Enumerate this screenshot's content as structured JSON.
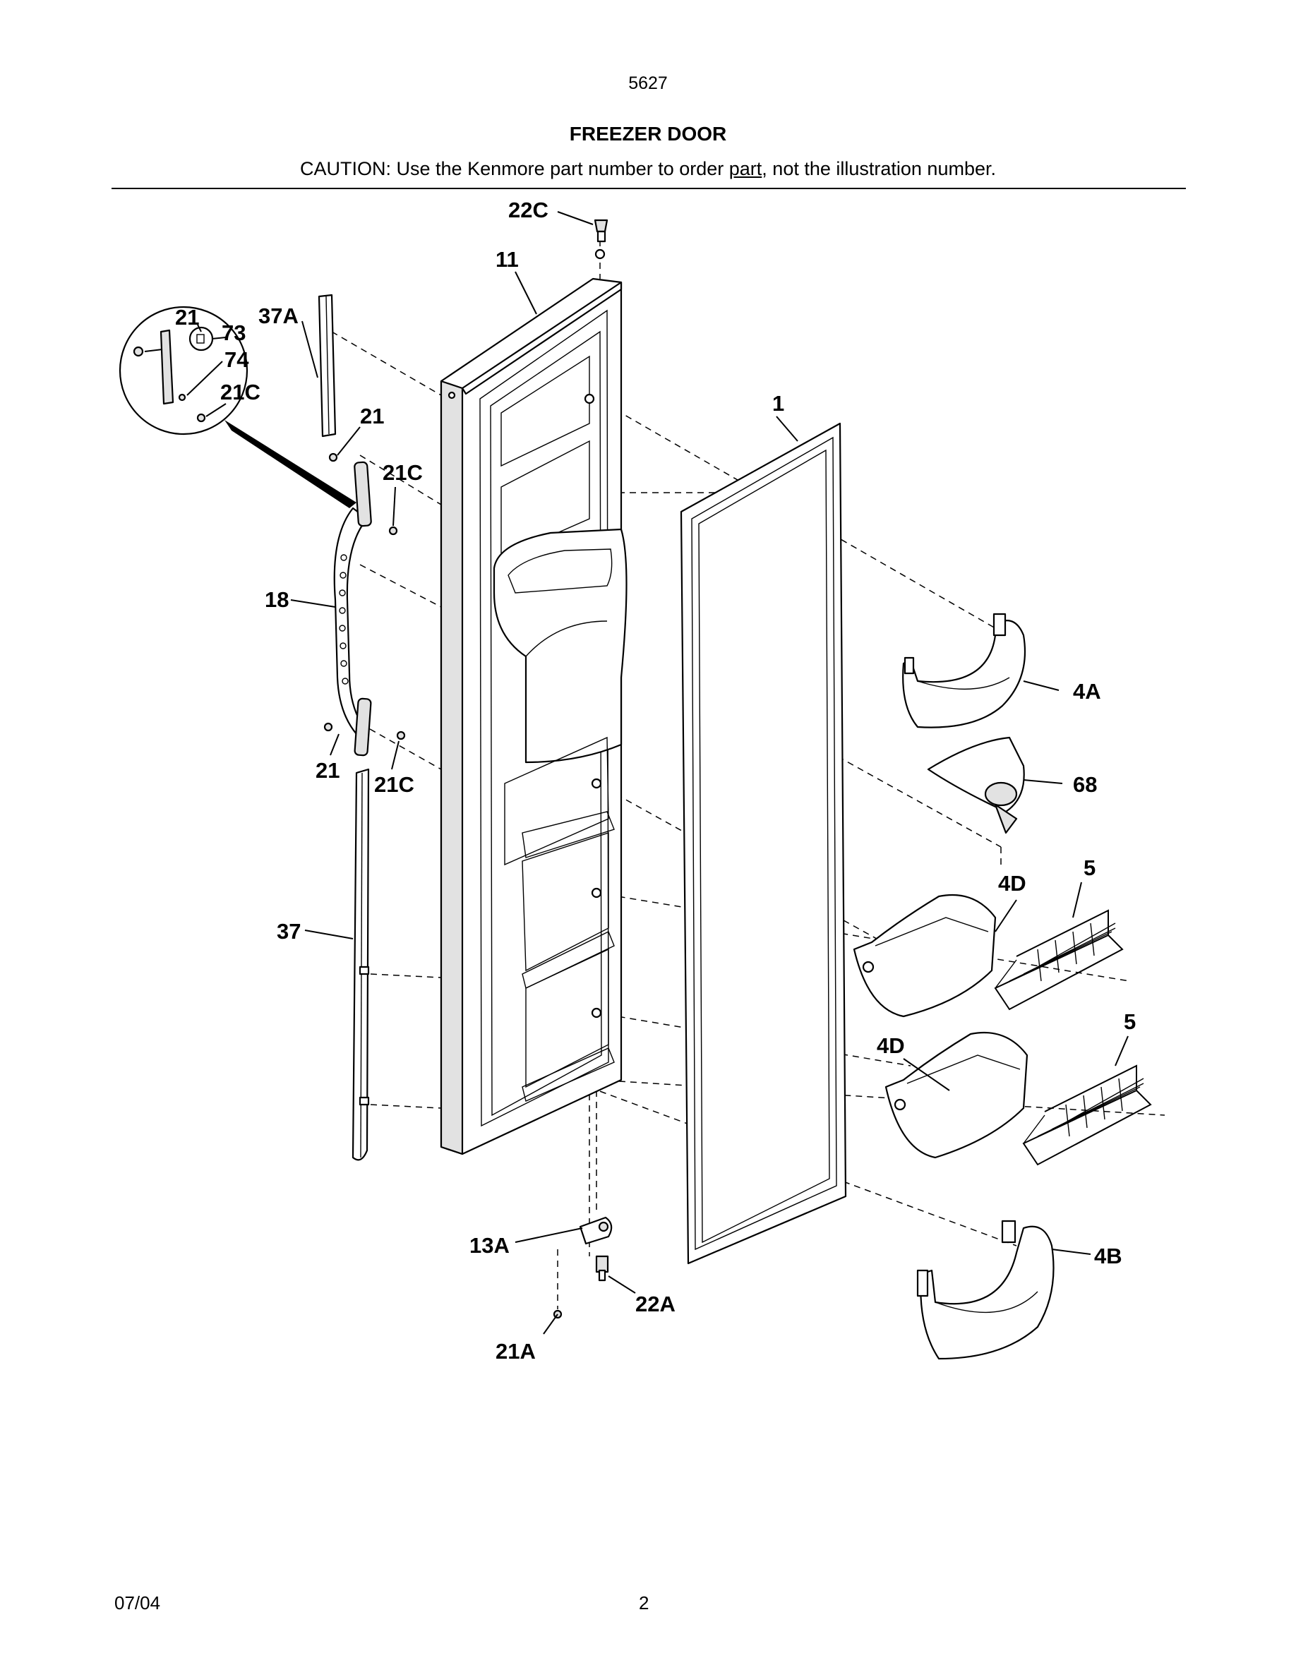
{
  "header": {
    "model_code": "5627",
    "title": "FREEZER DOOR",
    "caution_prefix": "CAUTION: Use the Kenmore part number to order ",
    "caution_underlined": "part",
    "caution_suffix": ", not the illustration number."
  },
  "callouts": {
    "c22C_top": "22C",
    "c11": "11",
    "c21_inset": "21",
    "c73": "73",
    "c74": "74",
    "c21C_inset": "21C",
    "c37A": "37A",
    "c21_upper": "21",
    "c21C_upper": "21C",
    "c1": "1",
    "c18": "18",
    "c4A": "4A",
    "c68": "68",
    "c21_lower": "21",
    "c21C_lower": "21C",
    "c5_upper": "5",
    "c4D_upper": "4D",
    "c37": "37",
    "c5_lower": "5",
    "c4D_lower": "4D",
    "c13A": "13A",
    "c4B": "4B",
    "c22A": "22A",
    "c21A": "21A"
  },
  "footer": {
    "date": "07/04",
    "page_number": "2"
  }
}
